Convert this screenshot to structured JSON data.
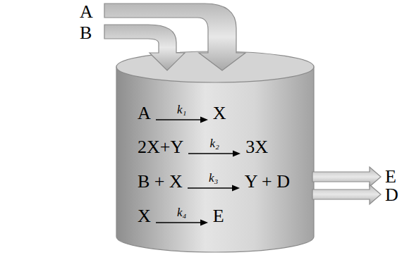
{
  "diagram": {
    "nodes": [
      {
        "text": [
          "A",
          "k₁",
          "X",
          "2X+Y",
          "k₂",
          "3X",
          "B + X",
          "k₃",
          "Y + D",
          "X",
          "k₄",
          "E"
        ]
      }
    ],
    "labels": [
      "A",
      "B",
      "E",
      "D"
    ]
  }
}
